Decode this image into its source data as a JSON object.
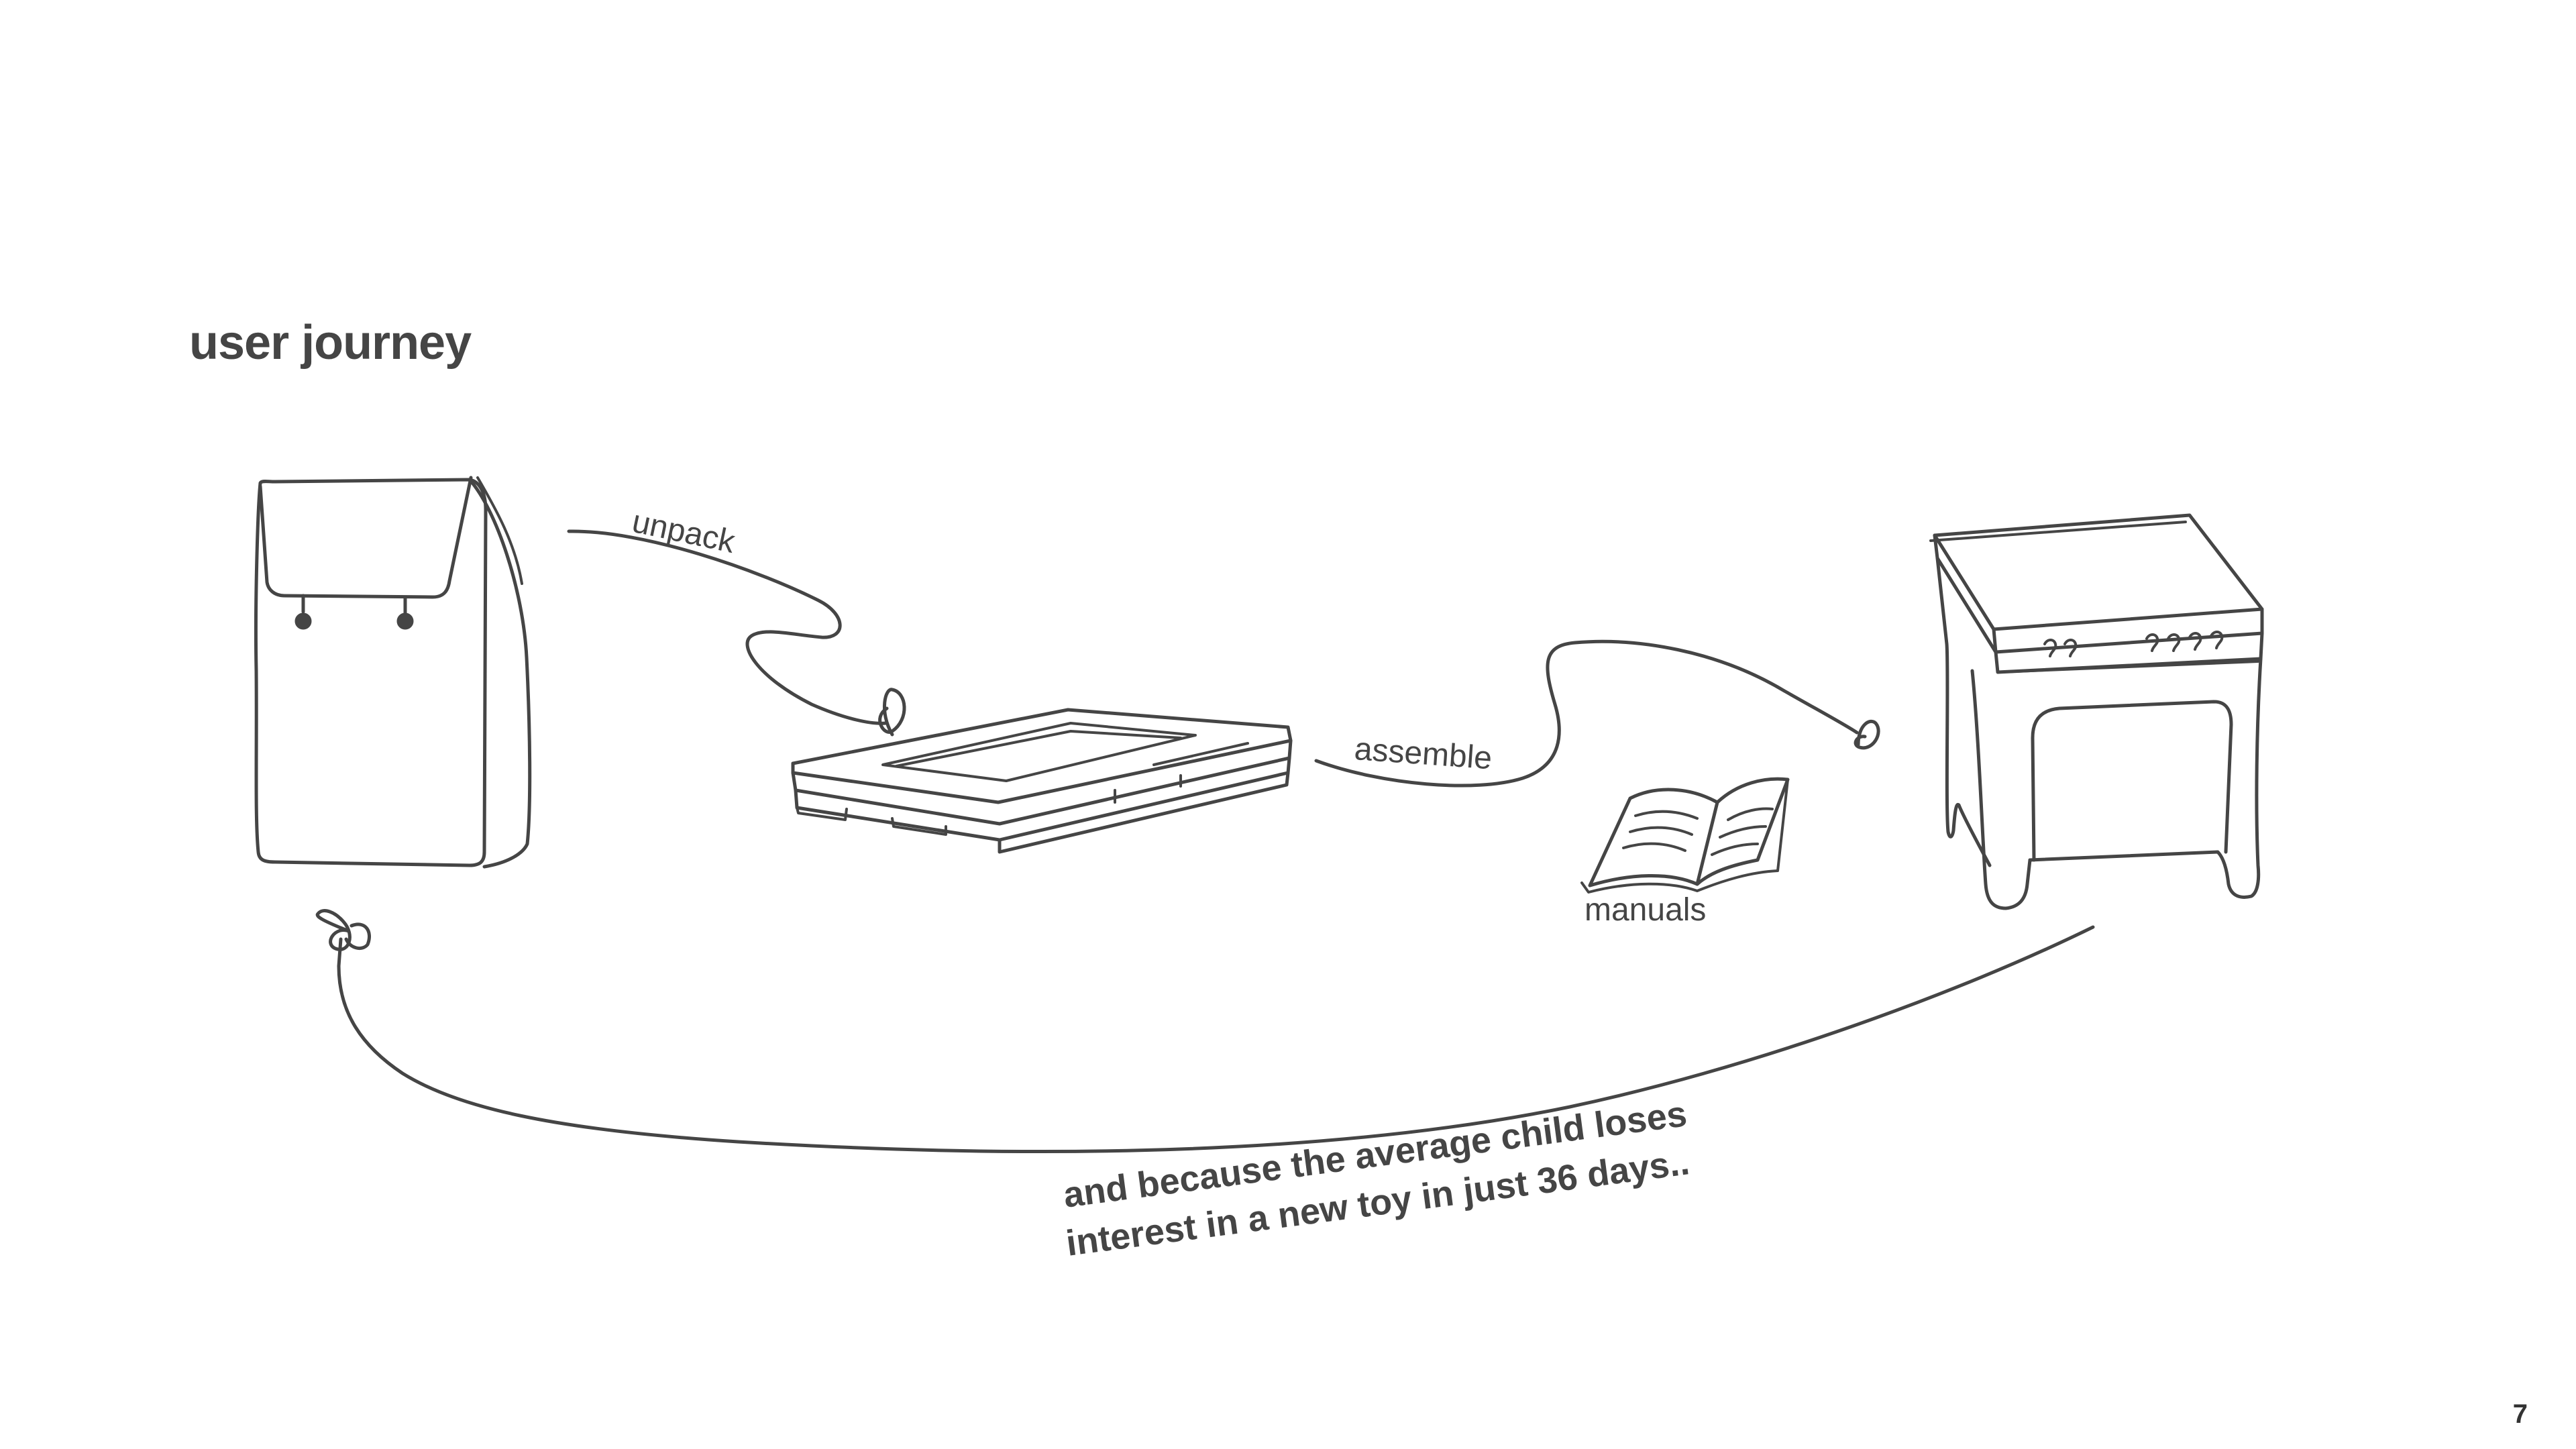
{
  "slide": {
    "title": "user journey",
    "page_number": "7"
  },
  "steps": {
    "unpack_label": "unpack",
    "assemble_label": "assemble",
    "manuals_label": "manuals"
  },
  "loop": {
    "caption_line1": "and because the average child loses",
    "caption_line2": "interest in a new toy in just 36 days.."
  },
  "icons": {
    "backpack": "backpack-icon",
    "flat_pack": "flat-pack-box-icon",
    "book": "open-book-icon",
    "table": "play-table-icon"
  },
  "colors": {
    "ink": "#454545",
    "background": "#ffffff"
  }
}
